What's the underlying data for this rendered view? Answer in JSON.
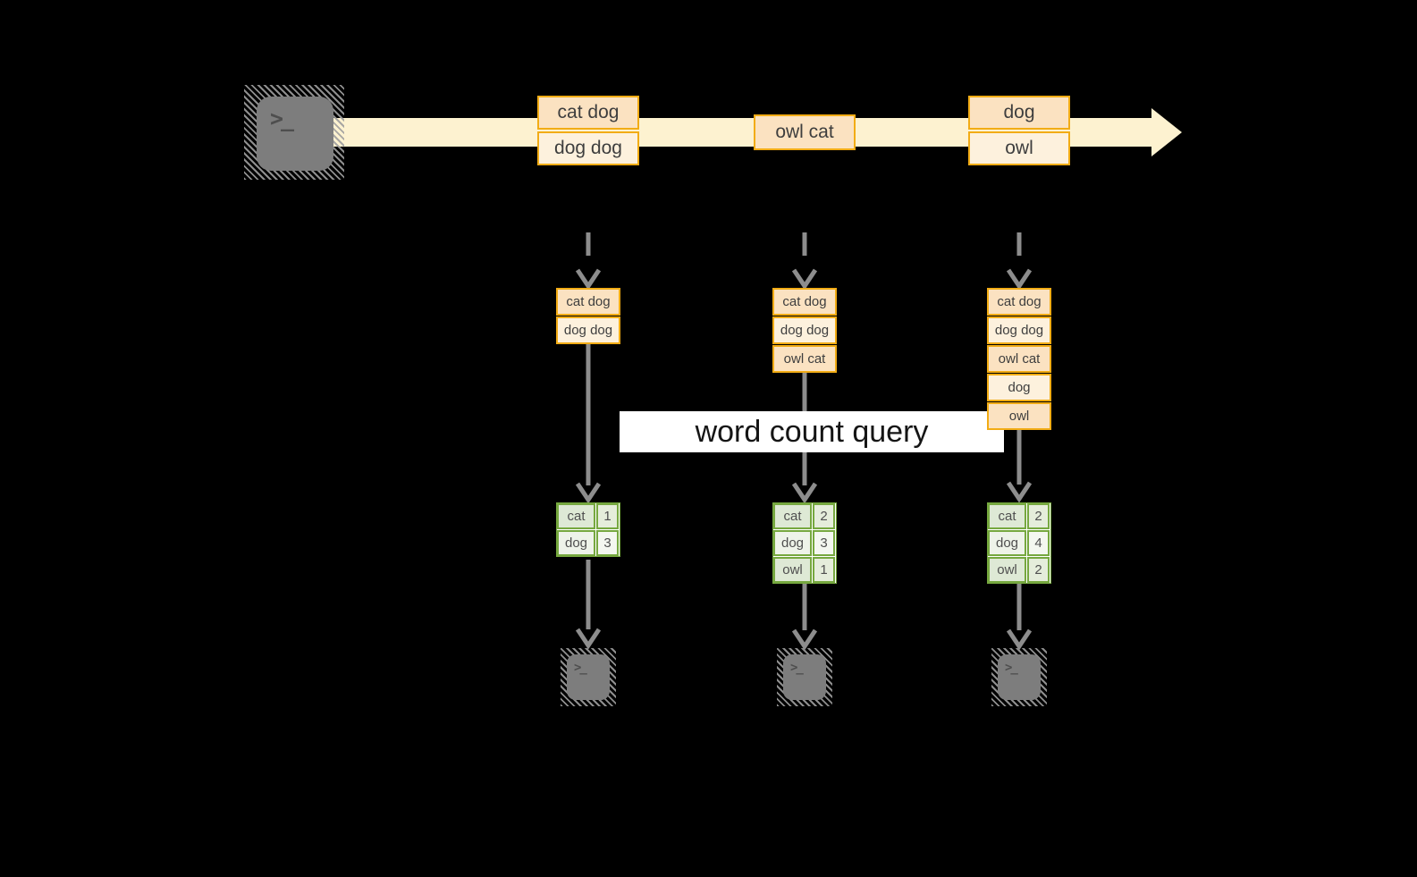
{
  "colors": {
    "canvas-bg": "#000000",
    "amber-border": "#F2AC15",
    "peach-fill": "#FBE2C1",
    "cream-fill": "#FDF1DD",
    "band-fill": "#FDF2D0",
    "green-border": "#76A83F",
    "green-row-dark": "#DEE9D5",
    "green-row-dark-num": "#E5EDDB",
    "green-row-light": "#EEF3E9",
    "green-row-light-num": "#F4F7F0",
    "arrow-gray": "#8D8D8D",
    "terminal-body": "#7D7D7D",
    "terminal-glyph": "#4E4E4E",
    "box-text": "#3E3E3E",
    "table-text": "#4F4F4F",
    "query-bg": "#FFFFFF",
    "query-text": "#151515"
  },
  "source": {
    "terminal_glyph": ">_"
  },
  "stream": {
    "events": [
      {
        "cells": [
          "cat dog",
          "dog dog"
        ]
      },
      {
        "cells": [
          "owl cat"
        ]
      },
      {
        "cells": [
          "dog",
          "owl"
        ]
      }
    ]
  },
  "query": {
    "label": "word count query"
  },
  "columns": [
    {
      "stack": [
        "cat dog",
        "dog dog"
      ],
      "table": [
        {
          "word": "cat",
          "count": "1"
        },
        {
          "word": "dog",
          "count": "3"
        }
      ],
      "terminal_glyph": ">_"
    },
    {
      "stack": [
        "cat dog",
        "dog dog",
        "owl cat"
      ],
      "table": [
        {
          "word": "cat",
          "count": "2"
        },
        {
          "word": "dog",
          "count": "3"
        },
        {
          "word": "owl",
          "count": "1"
        }
      ],
      "terminal_glyph": ">_"
    },
    {
      "stack": [
        "cat dog",
        "dog dog",
        "owl cat",
        "dog",
        "owl"
      ],
      "table": [
        {
          "word": "cat",
          "count": "2"
        },
        {
          "word": "dog",
          "count": "4"
        },
        {
          "word": "owl",
          "count": "2"
        }
      ],
      "terminal_glyph": ">_"
    }
  ]
}
